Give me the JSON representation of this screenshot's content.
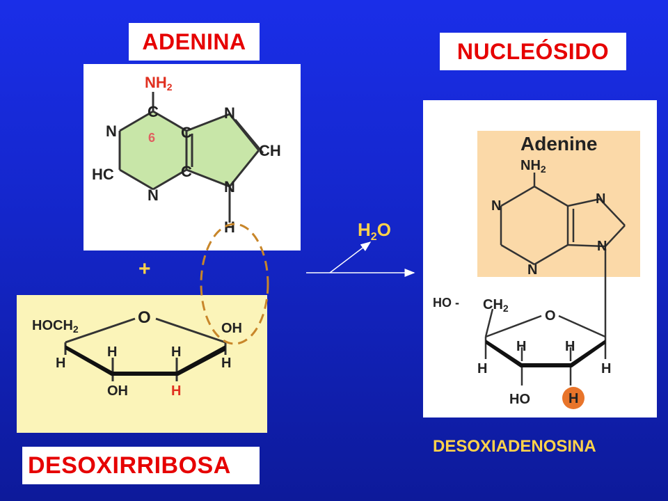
{
  "labels": {
    "adenina": "ADENINA",
    "nucleosido": "NUCLEÓSIDO",
    "desoxirribosa": "DESOXIRRIBOSA",
    "desoxiadenosina": "DESOXIADENOSINA",
    "plus": "+",
    "water_h": "H",
    "water_sub": "2",
    "water_o": "O"
  },
  "adenine_structure": {
    "nh": "NH",
    "nh_sub": "2",
    "c": "C",
    "six": "6",
    "n": "N",
    "ch": "CH",
    "hc": "HC",
    "h": "H"
  },
  "ribose_structure": {
    "hoch": "HOCH",
    "hoch_sub": "2",
    "o": "O",
    "oh": "OH",
    "h": "H"
  },
  "nucleoside_structure": {
    "title": "Adenine",
    "nh": "NH",
    "nh_sub": "2",
    "n": "N",
    "ho_prefix": "HO -",
    "ch": "CH",
    "ch_sub": "2",
    "o": "O",
    "h": "H",
    "ho": "HO"
  },
  "colors": {
    "background": "#1426c9",
    "label_text": "#e60000",
    "yellow_text": "#ffd24a",
    "adenine_fill": "#c8e6a8",
    "ribose_fill": "#fbf4b9",
    "nucleoside_base_fill": "#fbd9a8",
    "highlight_h": "#e8742a",
    "dash_ellipse": "#c8862a"
  }
}
